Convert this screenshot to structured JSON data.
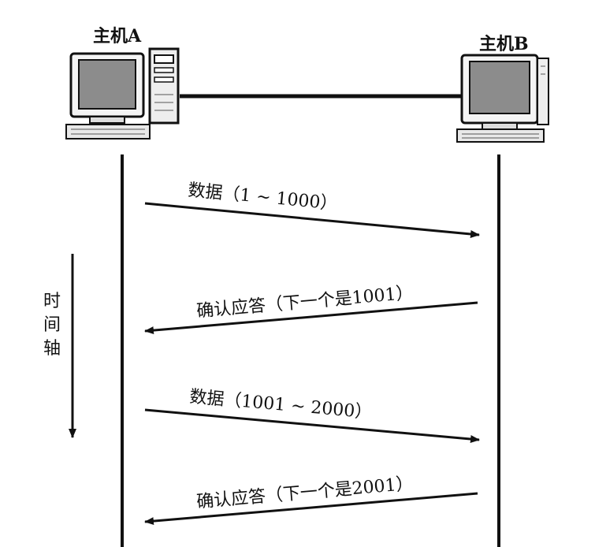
{
  "hosts": {
    "a": {
      "label": "主机A"
    },
    "b": {
      "label": "主机B"
    }
  },
  "time_axis": {
    "chars": [
      "时",
      "间",
      "轴"
    ]
  },
  "messages": [
    {
      "label": "数据（1 ~ 1000）",
      "direction": "A->B"
    },
    {
      "label": "确认应答（下一个是1001）",
      "direction": "B->A"
    },
    {
      "label": "数据（1001 ~ 2000）",
      "direction": "A->B"
    },
    {
      "label": "确认应答（下一个是2001）",
      "direction": "B->A"
    }
  ]
}
